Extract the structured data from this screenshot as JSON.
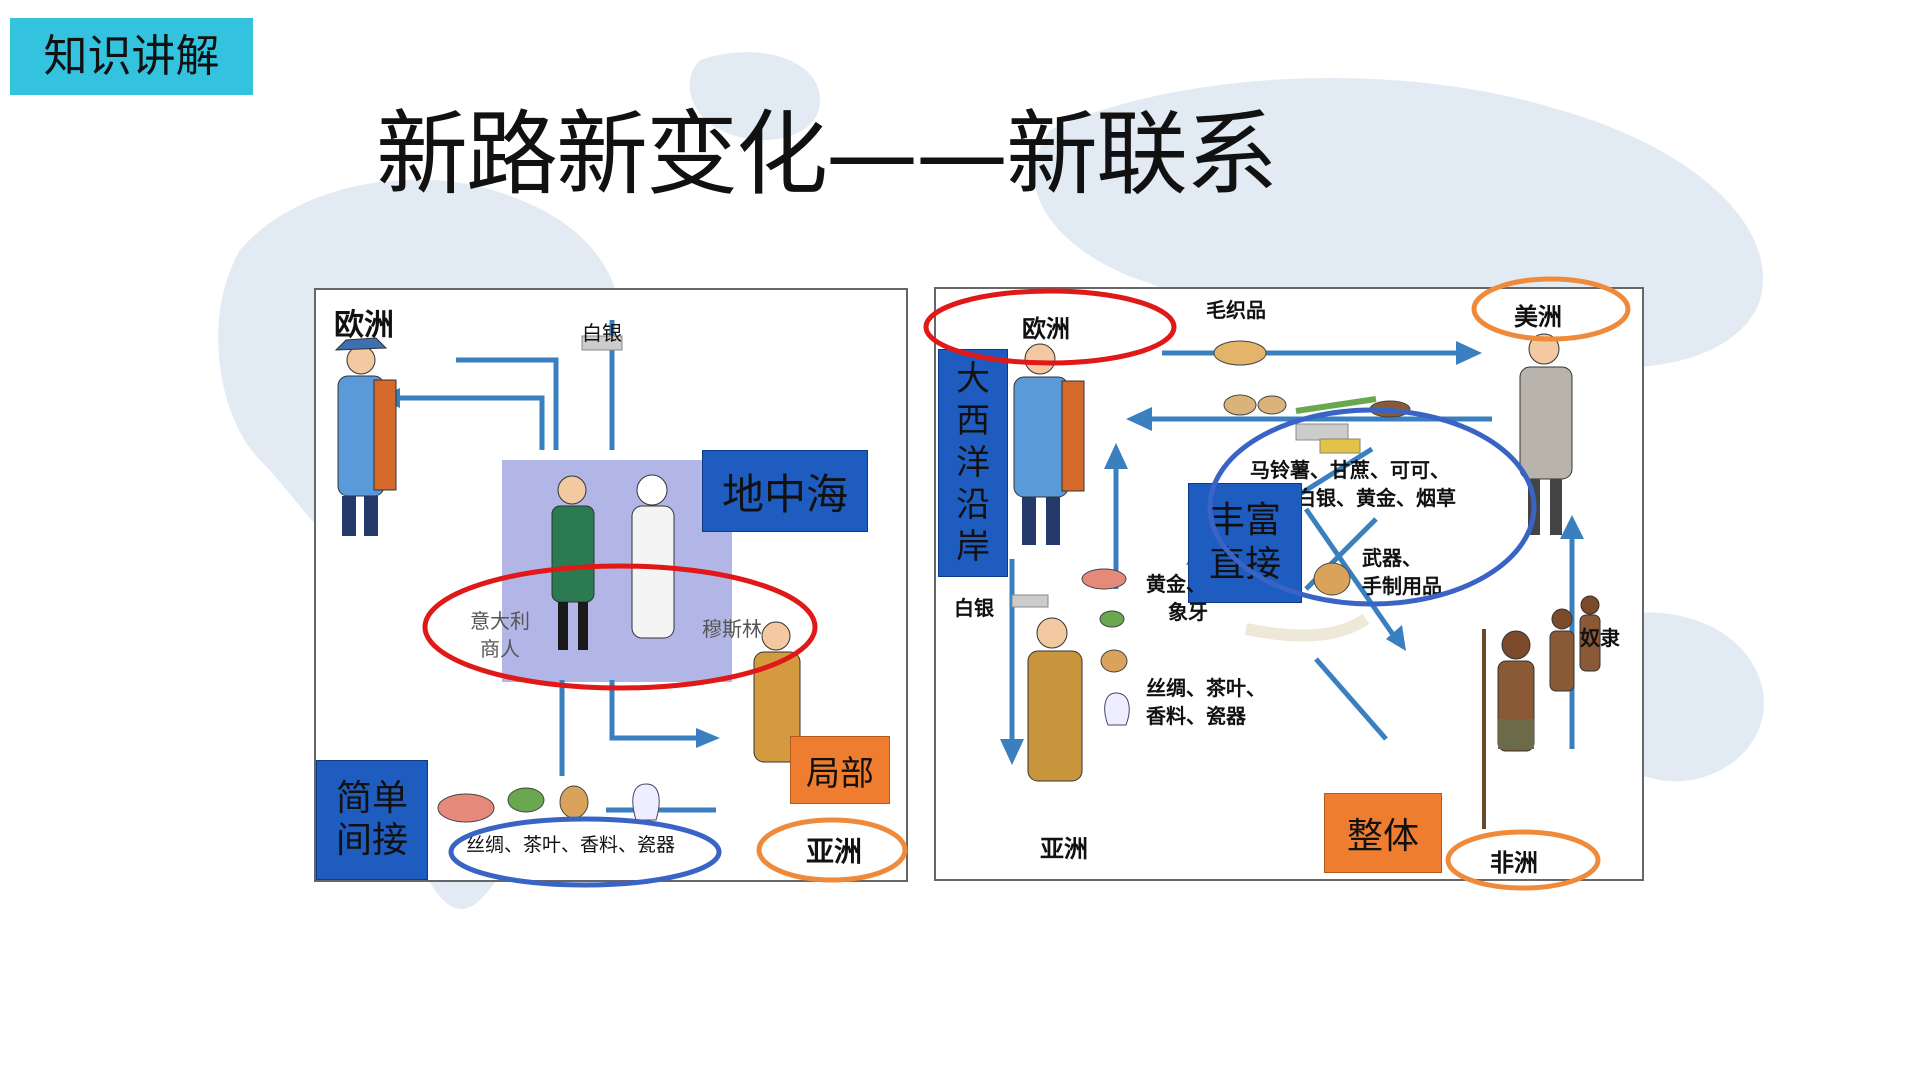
{
  "header": {
    "section_tag": "知识讲解",
    "title": "新路新变化——新联系"
  },
  "left_panel": {
    "europe": "欧洲",
    "silver": "白银",
    "italian_merchant_line1": "意大利",
    "italian_merchant_line2": "商人",
    "muslim": "穆斯林",
    "asia": "亚洲",
    "goods": "丝绸、茶叶、香料、瓷器",
    "mediterranean": "地中海",
    "simple_line1": "简单",
    "simple_line2": "间接",
    "partial": "局部"
  },
  "right_panel": {
    "europe": "欧洲",
    "wool": "毛织品",
    "americas": "美洲",
    "atlantic_chars": [
      "大",
      "西",
      "洋",
      "沿",
      "岸"
    ],
    "american_goods_line1": "马铃薯、甘蔗、可可、",
    "american_goods_line2": "白银、黄金、烟草",
    "rich_line1": "丰富",
    "rich_line2": "直接",
    "weapons_line1": "武器、",
    "weapons_line2": "手制用品",
    "gold_line1": "黄金、",
    "gold_line2": "象牙",
    "silver": "白银",
    "slaves": "奴隶",
    "asian_goods_line1": "丝绸、茶叶、",
    "asian_goods_line2": "香料、瓷器",
    "asia": "亚洲",
    "whole": "整体",
    "africa": "非洲"
  },
  "colors": {
    "tag_bg": "#34c3df",
    "blue_box": "#1f5cc0",
    "orange_box": "#ef7d2f",
    "arrow": "#3a7fc0",
    "red_ellipse": "#e01818",
    "blue_ellipse": "#3a63c6",
    "orange_ellipse": "#ef8a3a"
  }
}
